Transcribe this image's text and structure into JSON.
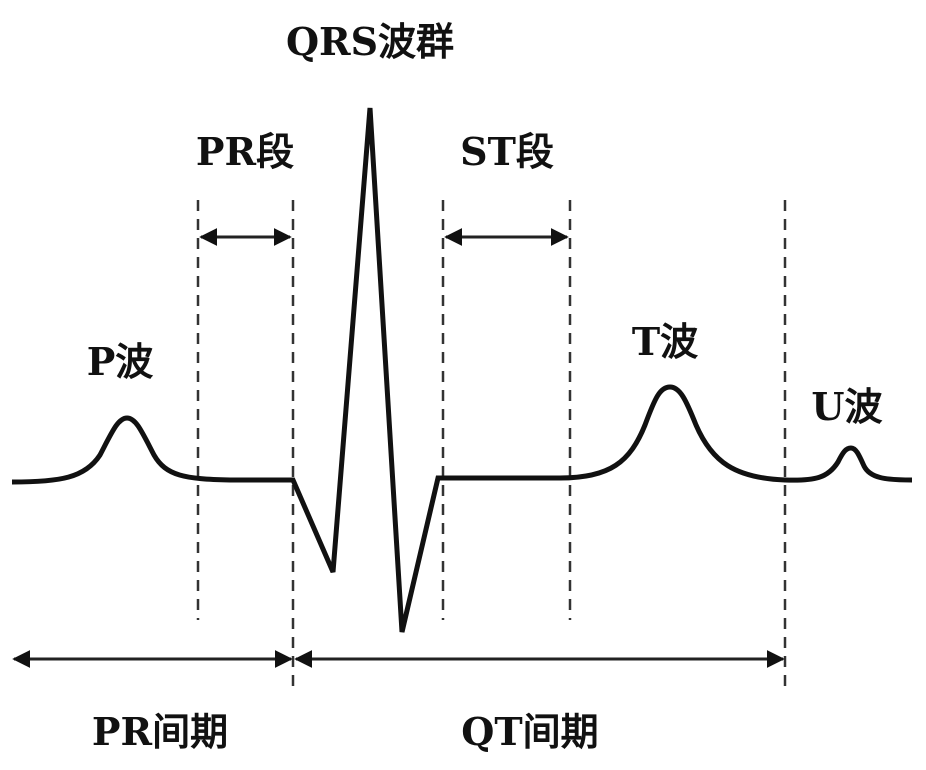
{
  "diagram": {
    "title": "QRS波群",
    "labels": {
      "pr_segment": "PR段",
      "st_segment": "ST段",
      "p_wave": "P波",
      "t_wave": "T波",
      "u_wave": "U波",
      "pr_interval": "PR间期",
      "qt_interval": "QT间期"
    }
  }
}
